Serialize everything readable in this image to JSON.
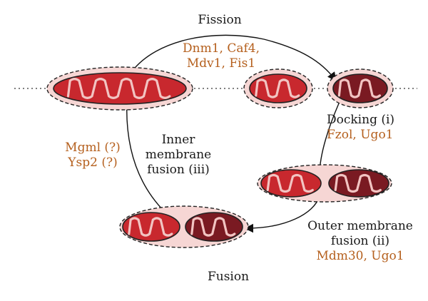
{
  "colors": {
    "protein_text": "#b5601e",
    "label_text": "#1a1a1a",
    "halo_fill": "#f6d6d4",
    "outer_membrane": "#222222",
    "red_matrix": "#c8282e",
    "dark_matrix": "#7a1a22",
    "inner_membrane_fill": "#f2c4c2",
    "arrow": "#111111",
    "dotted_line": "#333333"
  },
  "labels": {
    "fission_title": "Fission",
    "fission_proteins_1": "Dnm1, Caf4,",
    "fission_proteins_2": "Mdv1, Fis1",
    "docking_title": "Docking (i)",
    "docking_proteins": "Fzol, Ugo1",
    "outer_fusion_1": "Outer membrane",
    "outer_fusion_2": "fusion (ii)",
    "outer_fusion_proteins": "Mdm30, Ugo1",
    "inner_fusion_1": "Inner",
    "inner_fusion_2": "membrane",
    "inner_fusion_3": "fusion (iii)",
    "inner_proteins_1": "Mgml (?)",
    "inner_proteins_2": "Ysp2 (?)",
    "fusion_title": "Fusion"
  },
  "icons": [
    "mitochondrion-icon",
    "arrow-icon"
  ]
}
